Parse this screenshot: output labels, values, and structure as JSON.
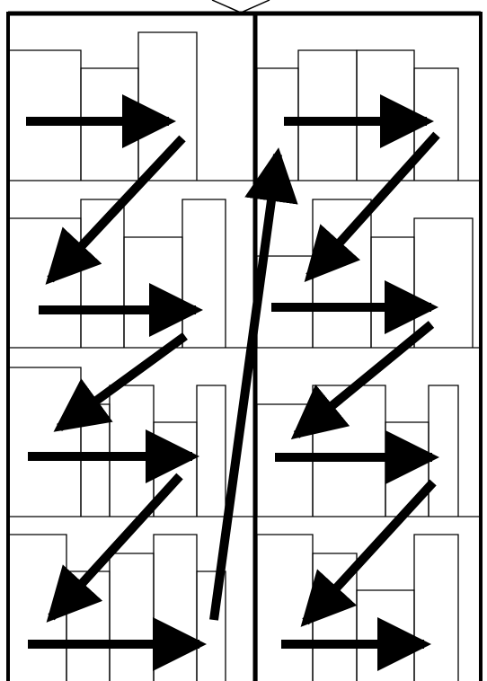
{
  "diagram": {
    "description_text": "",
    "layout": {
      "columns": 2,
      "rows": 4
    },
    "reading_order": [
      {
        "column": "left",
        "row": 1
      },
      {
        "column": "left",
        "row": 2
      },
      {
        "column": "left",
        "row": 3
      },
      {
        "column": "left",
        "row": 4
      },
      {
        "column": "right",
        "row": 1
      },
      {
        "column": "right",
        "row": 2
      },
      {
        "column": "right",
        "row": 3
      },
      {
        "column": "right",
        "row": 4
      }
    ],
    "colors": {
      "ink": "#000000",
      "background": "#ffffff"
    }
  }
}
